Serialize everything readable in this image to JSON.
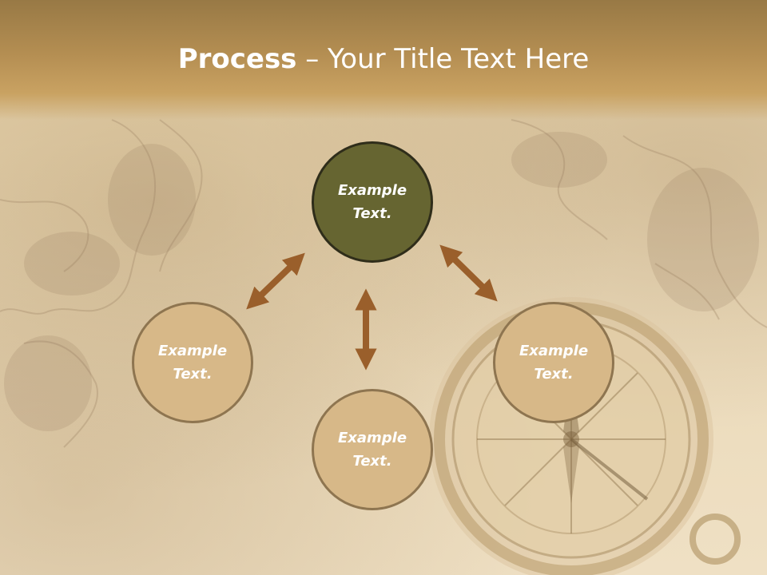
{
  "title": {
    "bold": "Process",
    "rest": " – Your Title Text Here"
  },
  "colors": {
    "title_band": "#b48e52",
    "top_circle_fill": "#666531",
    "other_circle_fill": "#d7b888",
    "arrow": "#9a5f2b"
  },
  "diagram": {
    "nodes": [
      {
        "id": "top",
        "label": "Example\nText."
      },
      {
        "id": "left",
        "label": "Example\nText."
      },
      {
        "id": "bottom",
        "label": "Example\nText."
      },
      {
        "id": "right",
        "label": "Example\nText."
      }
    ],
    "edges": [
      {
        "from": "top",
        "to": "left",
        "style": "double-arrow"
      },
      {
        "from": "top",
        "to": "bottom",
        "style": "double-arrow"
      },
      {
        "from": "top",
        "to": "right",
        "style": "double-arrow"
      }
    ]
  }
}
